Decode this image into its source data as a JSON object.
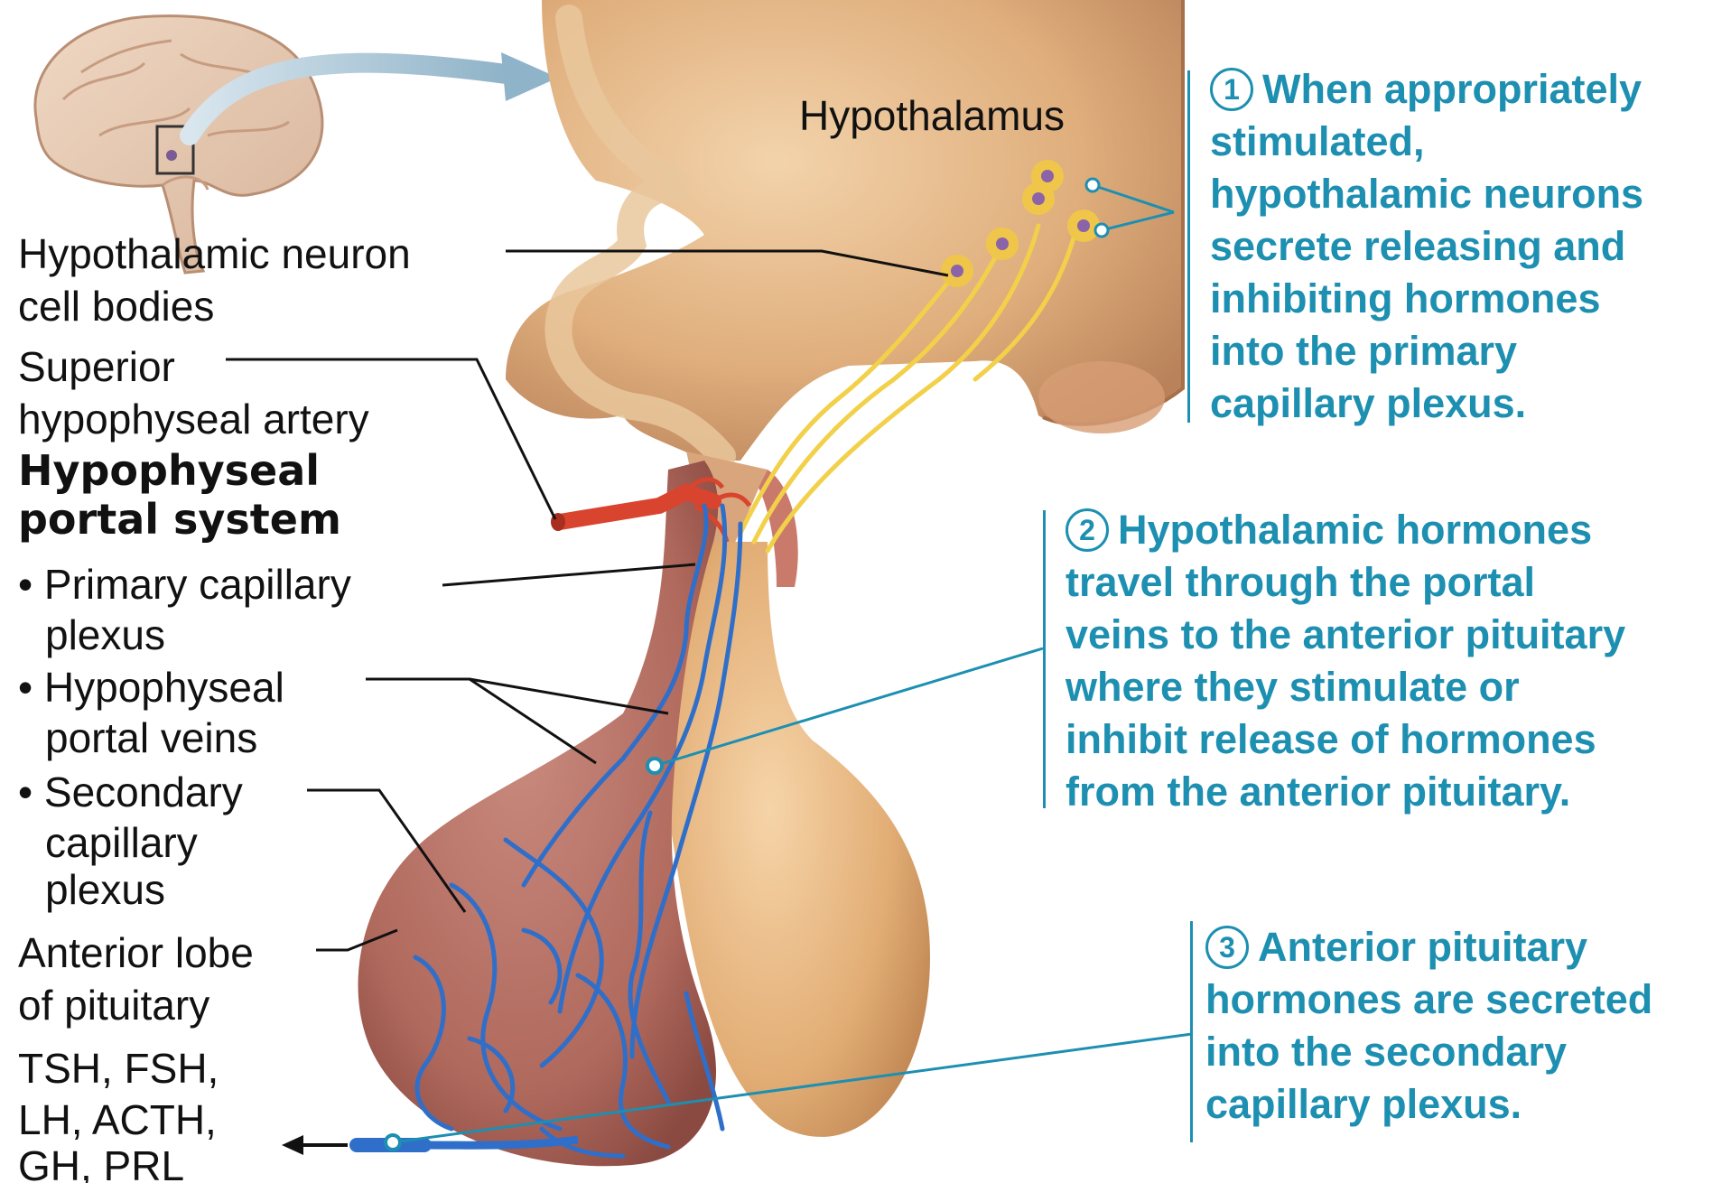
{
  "labels": {
    "hypothalamus": "Hypothalamus",
    "neuron_line1": "Hypothalamic neuron",
    "neuron_line2": "cell bodies",
    "artery_line1": "Superior",
    "artery_line2": "hypophyseal artery",
    "portal_line1": "Hypophyseal",
    "portal_line2": "portal system",
    "primary_line1": "• Primary capillary",
    "primary_line2": "plexus",
    "veins_line1": "• Hypophyseal",
    "veins_line2": "portal veins",
    "secondary_line1": "• Secondary",
    "secondary_line2": "capillary",
    "secondary_line3": "plexus",
    "anterior_line1": "Anterior lobe",
    "anterior_line2": "of pituitary",
    "hormones_line1": "TSH, FSH,",
    "hormones_line2": "LH, ACTH,",
    "hormones_line3": "GH, PRL"
  },
  "steps": [
    {
      "number": "1",
      "lines": [
        "When appropriately",
        "stimulated,",
        "hypothalamic neurons",
        "secrete releasing and",
        "inhibiting hormones",
        "into the primary",
        "capillary plexus."
      ]
    },
    {
      "number": "2",
      "lines": [
        "Hypothalamic hormones",
        "travel through the portal",
        "veins to the anterior pituitary",
        "where they stimulate or",
        "inhibit release of hormones",
        "from the anterior pituitary."
      ]
    },
    {
      "number": "3",
      "lines": [
        "Anterior pituitary",
        "hormones are secreted",
        "into the secondary",
        "capillary plexus."
      ]
    }
  ],
  "colors": {
    "step_text": "#1d8fb1",
    "label_text": "#111111",
    "vessel_blue": "#2f6fc9",
    "artery_red": "#d9442e",
    "tissue_tan": "#e6b98a",
    "anterior_lobe": "#b86a5e"
  }
}
